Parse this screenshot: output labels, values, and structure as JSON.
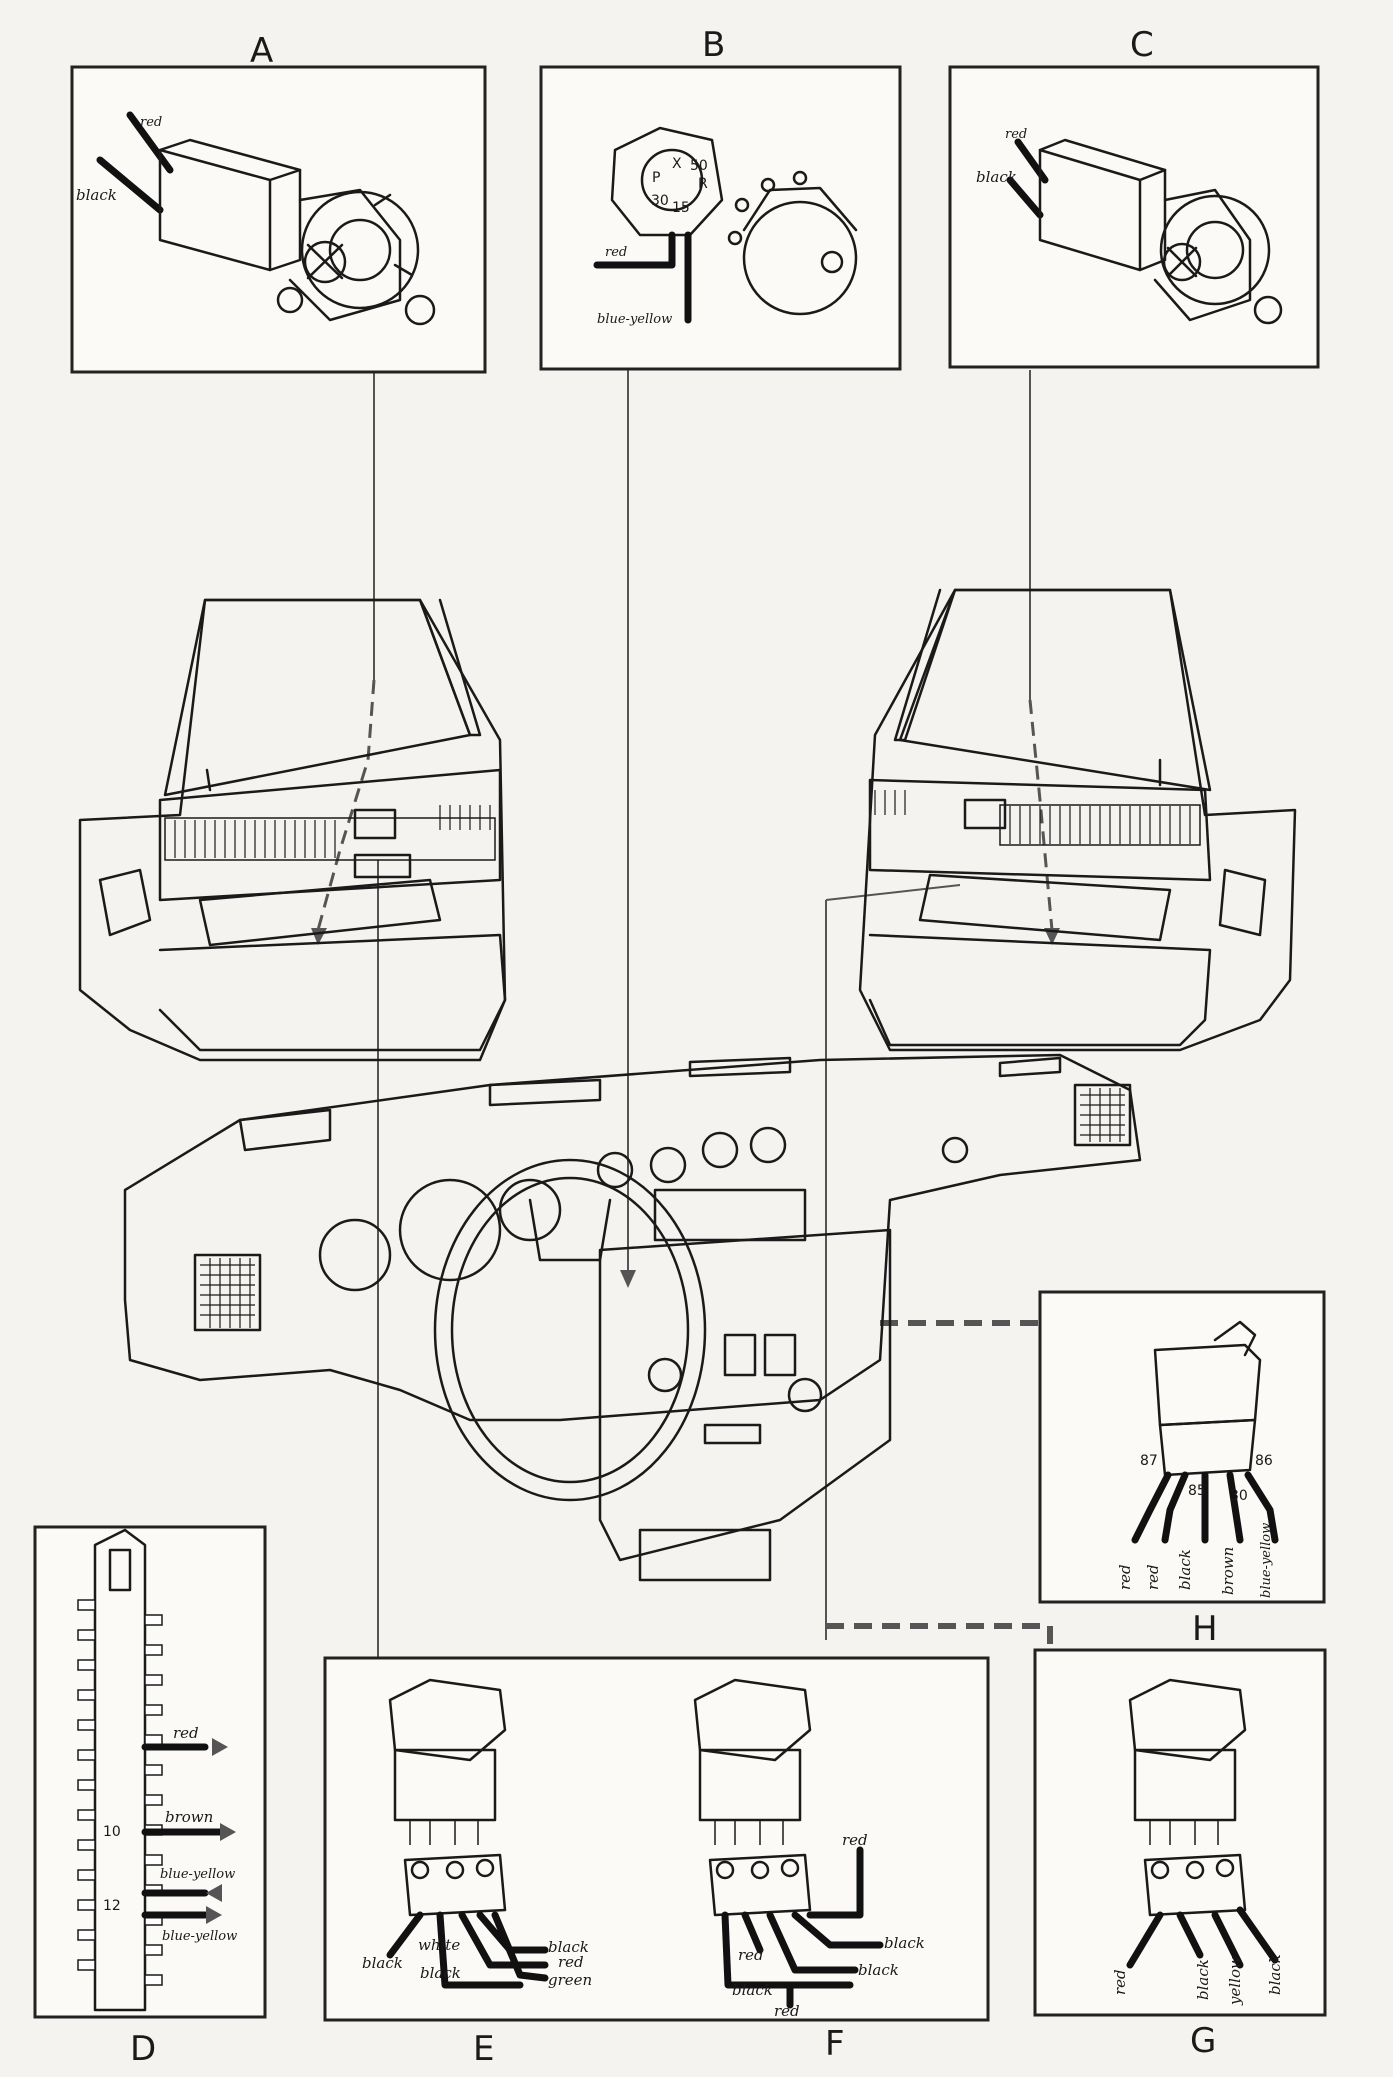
{
  "panels": {
    "a": {
      "letter": "A",
      "labels": {
        "red": "red",
        "black": "black"
      }
    },
    "b": {
      "letter": "B",
      "labels": {
        "red": "red",
        "blue_yellow": "blue-yellow"
      },
      "switch_marks": {
        "p": "P",
        "x": "X",
        "n50": "50",
        "r": "R",
        "n30": "30",
        "n15": "15"
      }
    },
    "c": {
      "letter": "C",
      "labels": {
        "red": "red",
        "black": "black"
      }
    },
    "d": {
      "letter": "D",
      "labels": {
        "red": "red",
        "brown": "brown",
        "blue_yellow_1": "blue-yellow",
        "blue_yellow_2": "blue-yellow"
      },
      "numbers": {
        "n10": "10",
        "n12": "12"
      }
    },
    "e": {
      "letter": "E",
      "labels": {
        "black_right": "black",
        "black_left": "black",
        "white": "white",
        "red": "red",
        "black_bottom": "black",
        "green": "green"
      }
    },
    "f": {
      "letter": "F",
      "labels": {
        "red_top": "red",
        "black_1": "black",
        "red_mid": "red",
        "black_2": "black",
        "black_3": "black",
        "red_bottom": "red"
      }
    },
    "g": {
      "letter": "G",
      "labels": {
        "red": "red",
        "black_1": "black",
        "yellow": "yellow",
        "black_2": "black"
      }
    },
    "h": {
      "letter": "H",
      "pins": {
        "p87": "87",
        "p86": "86",
        "p85": "85",
        "p30": "30"
      },
      "labels": {
        "red_1": "red",
        "red_2": "red",
        "black": "black",
        "brown": "brown",
        "blue_yellow": "blue-yellow"
      }
    }
  },
  "colors": {
    "ink": "#1a1a1a",
    "leader": "#555555",
    "paper": "#f4f3ef"
  }
}
